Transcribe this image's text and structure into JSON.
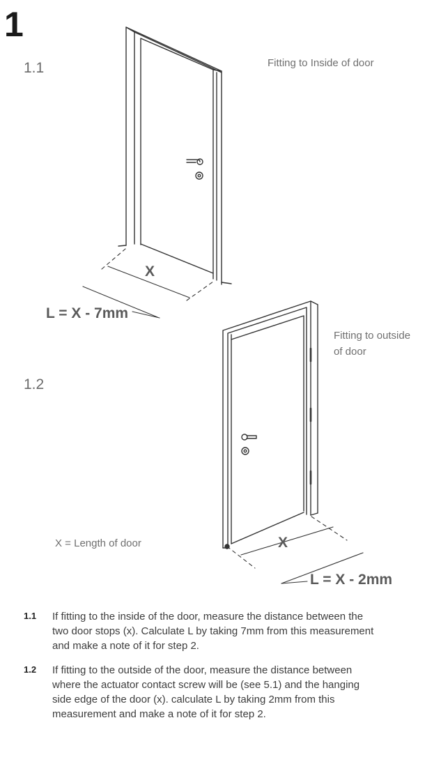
{
  "step": {
    "number": "1"
  },
  "figure_1_1": {
    "label": "1.1",
    "caption": "Fitting to Inside of door",
    "x_label": "X",
    "formula": "L = X - 7mm"
  },
  "figure_1_2": {
    "label": "1.2",
    "caption_line1": "Fitting to outside",
    "caption_line2": "of door",
    "x_label": "X",
    "formula": "L = X - 2mm",
    "legend": "X = Length of door"
  },
  "instructions": [
    {
      "num": "1.1",
      "lines": [
        "If fitting to the inside of the door, measure the distance between the",
        "two door stops (x). Calculate L by taking 7mm from this measurement",
        "and make a note of it for step 2."
      ]
    },
    {
      "num": "1.2",
      "lines": [
        "If fitting to the outside of the door, measure the distance between",
        "where the actuator contact screw will be (see 5.1) and the hanging",
        "side edge of the door (x). calculate L by taking 2mm from this",
        "measurement and make a note of it for step 2."
      ]
    }
  ]
}
